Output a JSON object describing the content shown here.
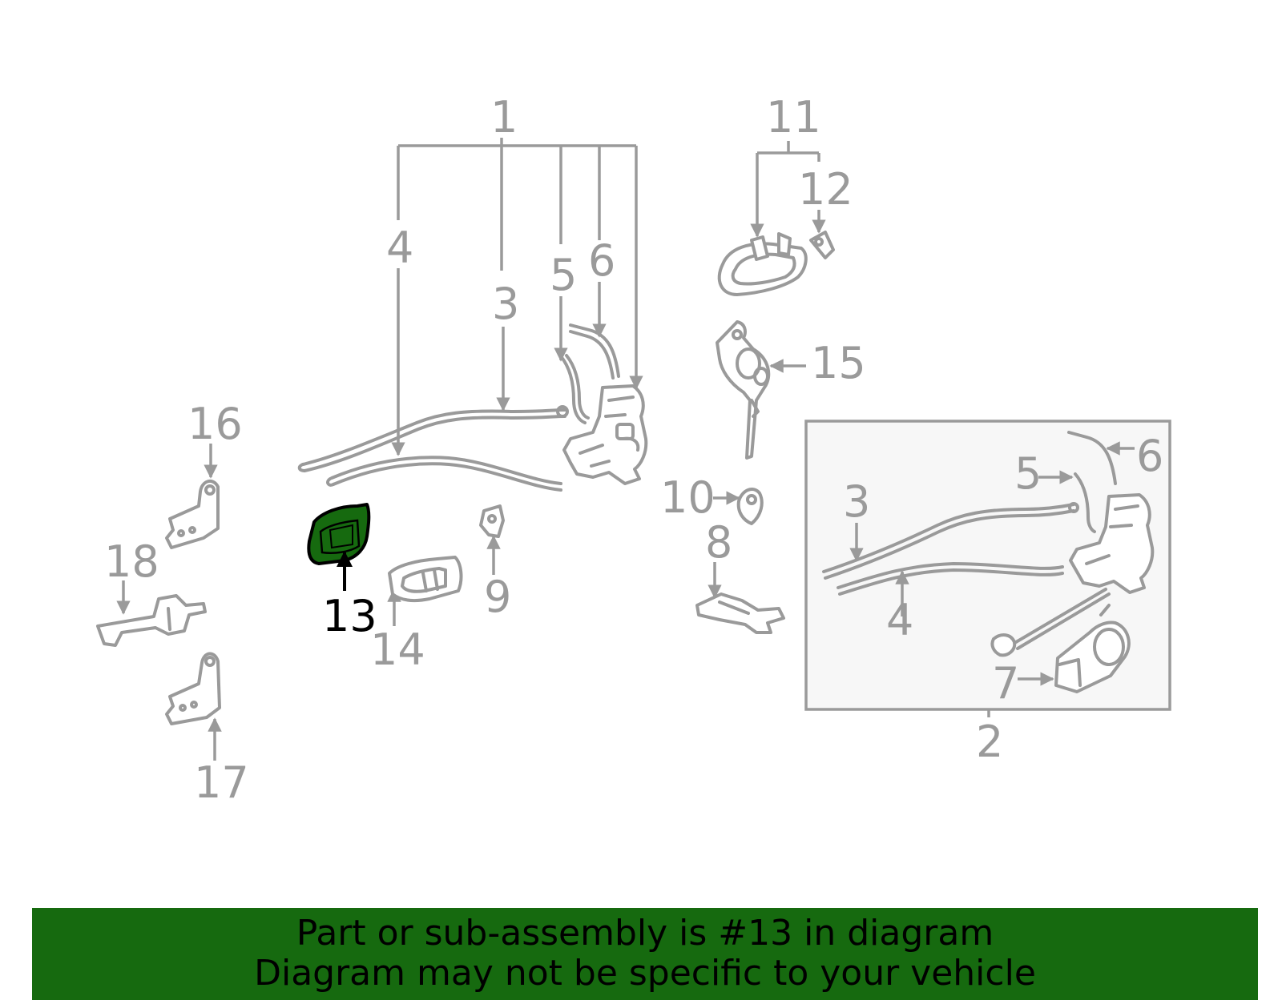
{
  "diagram": {
    "labels": {
      "l1": "1",
      "l2": "2",
      "l3a": "3",
      "l3b": "3",
      "l4a": "4",
      "l4b": "4",
      "l5a": "5",
      "l5b": "5",
      "l6a": "6",
      "l6b": "6",
      "l7": "7",
      "l8": "8",
      "l9": "9",
      "l10": "10",
      "l11": "11",
      "l12": "12",
      "l13": "13",
      "l14": "14",
      "l15": "15",
      "l16": "16",
      "l17": "17",
      "l18": "18"
    },
    "highlighted_part": "13",
    "colors": {
      "highlight": "#166a0f",
      "line": "#9a9a9a",
      "inset_bg": "#f7f7f7"
    }
  },
  "footer": {
    "line1": "Part or sub-assembly is #13 in diagram",
    "line2": "Diagram may not be specific to your vehicle"
  }
}
